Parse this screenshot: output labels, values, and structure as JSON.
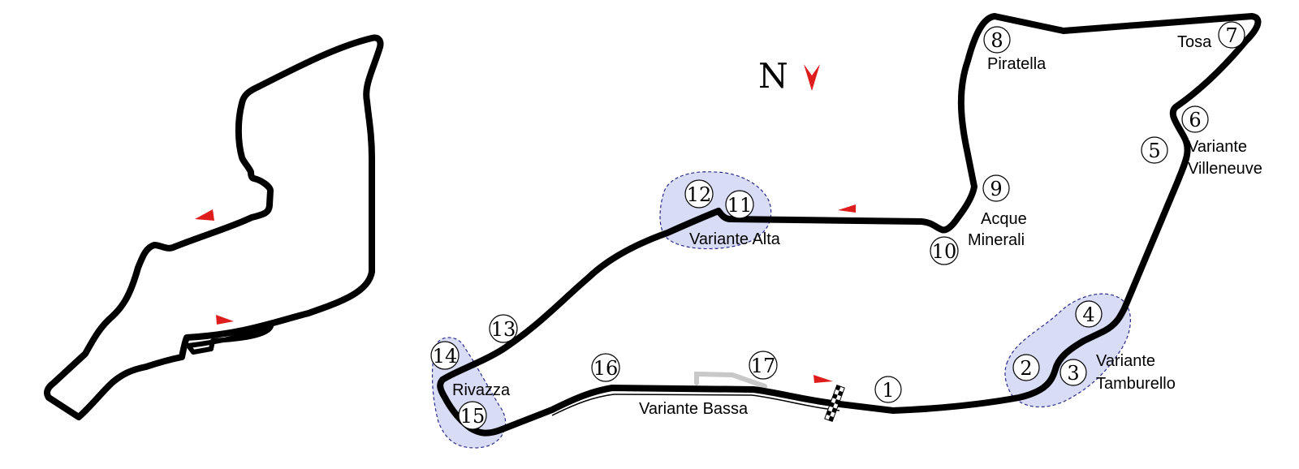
{
  "map": {
    "north_letter": "N",
    "colors": {
      "track": "#000000",
      "arrow": "#e01d1d",
      "zone_fill": "#d9dcf5",
      "zone_stroke": "#2b2b8a",
      "old_layout": "#c8c8c8"
    },
    "turns": [
      "1",
      "2",
      "3",
      "4",
      "5",
      "6",
      "7",
      "8",
      "9",
      "10",
      "11",
      "12",
      "13",
      "14",
      "15",
      "16",
      "17"
    ],
    "corners": {
      "tosa": "Tosa",
      "piratella": "Piratella",
      "variante_villeneuve_1": "Variante",
      "variante_villeneuve_2": "Villeneuve",
      "acque_minerali_1": "Acque",
      "acque_minerali_2": "Minerali",
      "variante_alta": "Variante Alta",
      "rivazza": "Rivazza",
      "variante_bassa": "Variante Bassa",
      "variante_tamburello_1": "Variante",
      "variante_tamburello_2": "Tamburello"
    }
  }
}
